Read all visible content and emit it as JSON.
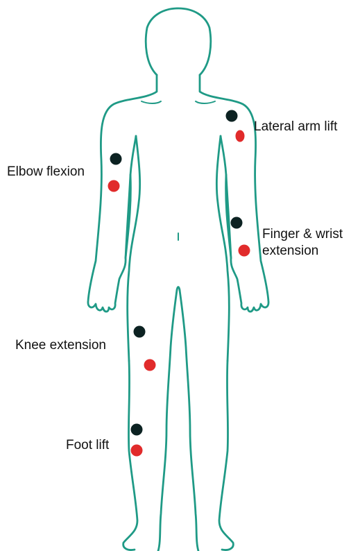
{
  "colors": {
    "outline": "#1f9a86",
    "electrode_dark": "#0c2222",
    "electrode_red": "#e12b2b",
    "text": "#111111",
    "background": "#ffffff"
  },
  "labels": {
    "lateral_arm_lift": "Lateral arm lift",
    "elbow_flexion": "Elbow flexion",
    "finger_wrist_line1": "Finger & wrist",
    "finger_wrist_line2": "extension",
    "knee_extension": "Knee extension",
    "foot_lift": "Foot lift"
  },
  "electrode_sites": [
    {
      "site": "lateral_arm_lift",
      "electrodes": [
        "dark",
        "red"
      ]
    },
    {
      "site": "elbow_flexion",
      "electrodes": [
        "dark",
        "red"
      ]
    },
    {
      "site": "finger_wrist_extension",
      "electrodes": [
        "dark",
        "red"
      ]
    },
    {
      "site": "knee_extension",
      "electrodes": [
        "dark",
        "red"
      ]
    },
    {
      "site": "foot_lift",
      "electrodes": [
        "dark",
        "red"
      ]
    }
  ]
}
